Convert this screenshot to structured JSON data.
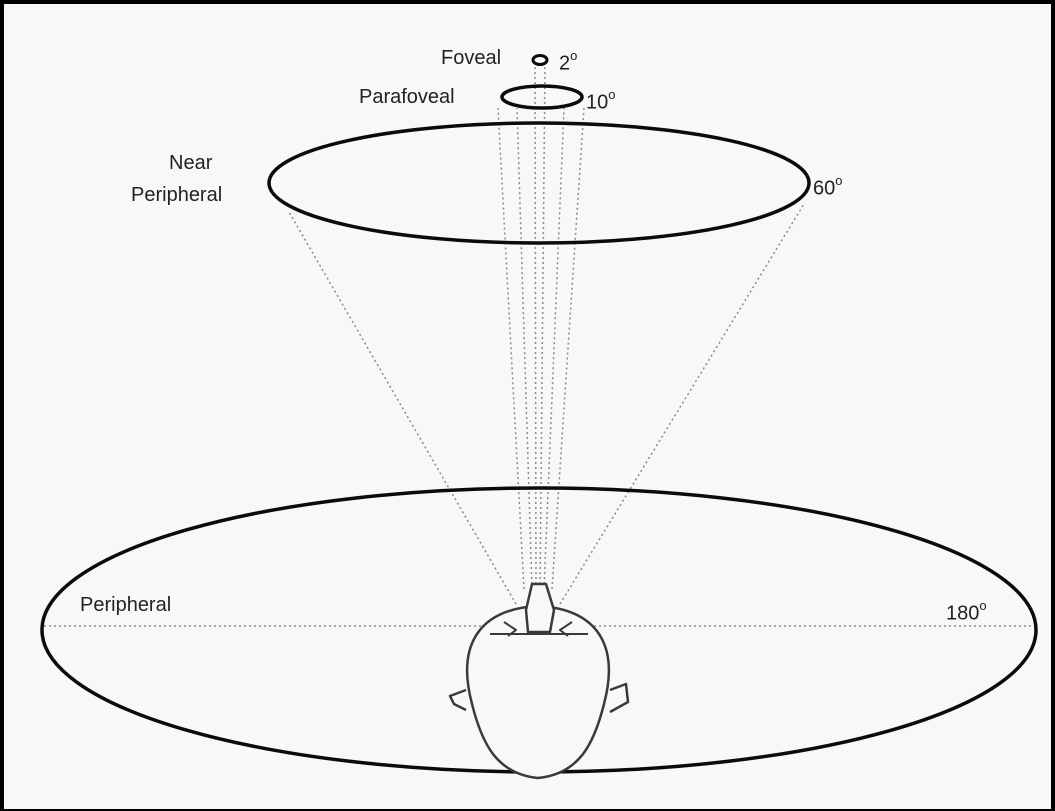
{
  "zones": [
    {
      "id": "foveal",
      "label": "Foveal",
      "angle": "2",
      "angle_unit": "o"
    },
    {
      "id": "parafoveal",
      "label": "Parafoveal",
      "angle": "10",
      "angle_unit": "o"
    },
    {
      "id": "near_peripheral",
      "label_line1": "Near",
      "label_line2": "Peripheral",
      "angle": "60",
      "angle_unit": "o"
    },
    {
      "id": "peripheral",
      "label": "Peripheral",
      "angle": "180",
      "angle_unit": "o"
    }
  ],
  "colors": {
    "ellipse_stroke": "#0b0b0b",
    "sight_lines": "#8a8a8a",
    "head_stroke": "#3a3a3a",
    "background": "#f8f8f7",
    "frame": "#000000"
  }
}
